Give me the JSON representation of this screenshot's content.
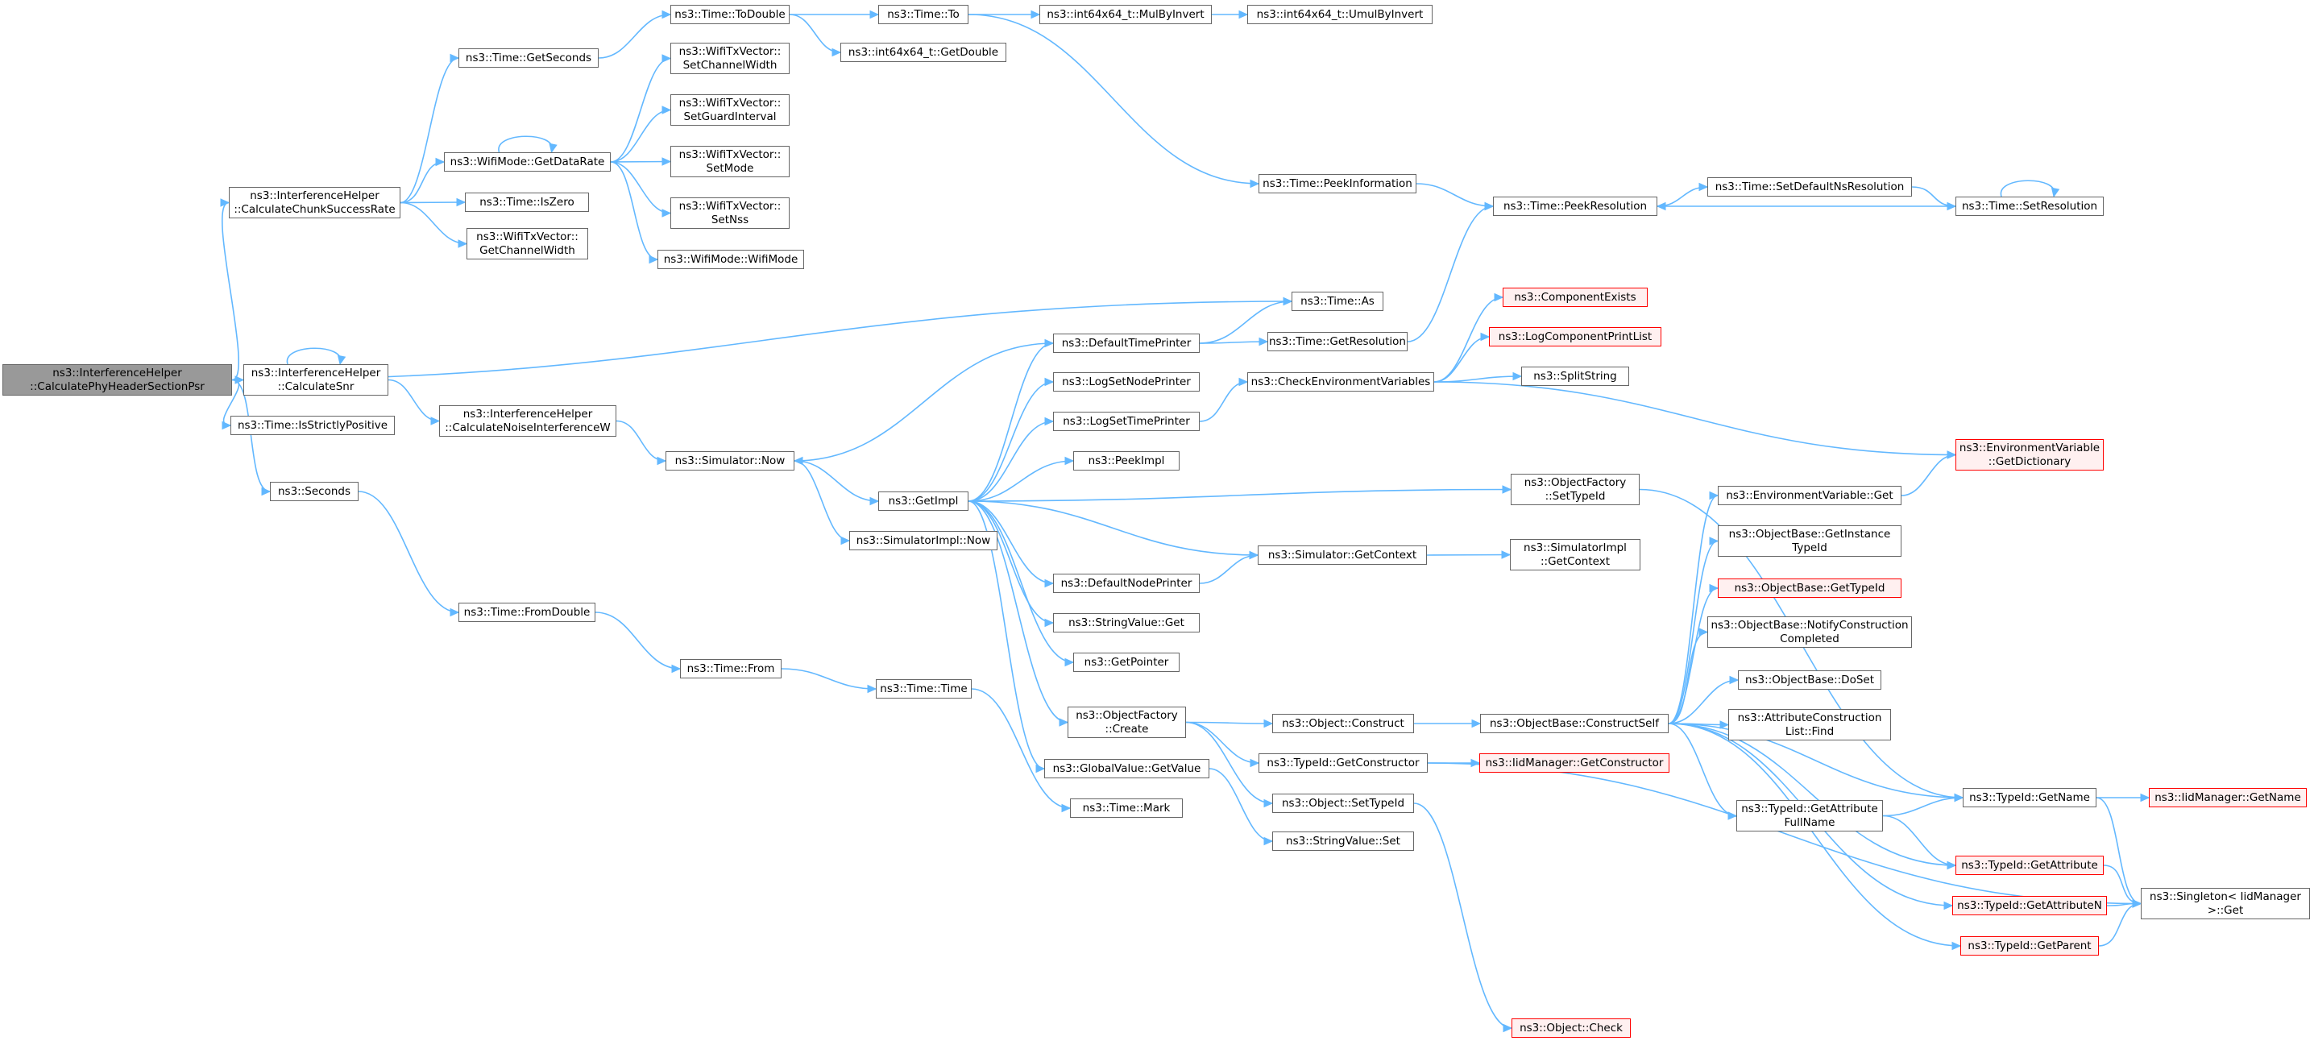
{
  "graph": {
    "title": "",
    "nodes": [
      {
        "id": "root",
        "lines": [
          "ns3::InterferenceHelper",
          "::CalculatePhyHeaderSectionPsr"
        ],
        "style": "root"
      },
      {
        "id": "chunk",
        "lines": [
          "ns3::InterferenceHelper",
          "::CalculateChunkSuccessRate"
        ],
        "style": "normal"
      },
      {
        "id": "snr",
        "lines": [
          "ns3::InterferenceHelper",
          "::CalculateSnr"
        ],
        "style": "normal"
      },
      {
        "id": "isstrictpos",
        "lines": [
          "ns3::Time::IsStrictlyPositive"
        ],
        "style": "normal"
      },
      {
        "id": "seconds",
        "lines": [
          "ns3::Seconds"
        ],
        "style": "normal"
      },
      {
        "id": "getseconds",
        "lines": [
          "ns3::Time::GetSeconds"
        ],
        "style": "normal"
      },
      {
        "id": "getdatarate",
        "lines": [
          "ns3::WifiMode::GetDataRate"
        ],
        "style": "normal"
      },
      {
        "id": "iszero",
        "lines": [
          "ns3::Time::IsZero"
        ],
        "style": "normal"
      },
      {
        "id": "txgetcw",
        "lines": [
          "ns3::WifiTxVector::",
          "GetChannelWidth"
        ],
        "style": "normal"
      },
      {
        "id": "noiseint",
        "lines": [
          "ns3::InterferenceHelper",
          "::CalculateNoiseInterferenceW"
        ],
        "style": "normal"
      },
      {
        "id": "fromdouble",
        "lines": [
          "ns3::Time::FromDouble"
        ],
        "style": "normal"
      },
      {
        "id": "todouble",
        "lines": [
          "ns3::Time::ToDouble"
        ],
        "style": "normal"
      },
      {
        "id": "setcw",
        "lines": [
          "ns3::WifiTxVector::",
          "SetChannelWidth"
        ],
        "style": "normal"
      },
      {
        "id": "setgi",
        "lines": [
          "ns3::WifiTxVector::",
          "SetGuardInterval"
        ],
        "style": "normal"
      },
      {
        "id": "setmode",
        "lines": [
          "ns3::WifiTxVector::",
          "SetMode"
        ],
        "style": "normal"
      },
      {
        "id": "setnss",
        "lines": [
          "ns3::WifiTxVector::",
          "SetNss"
        ],
        "style": "normal"
      },
      {
        "id": "wifimode",
        "lines": [
          "ns3::WifiMode::WifiMode"
        ],
        "style": "normal"
      },
      {
        "id": "simnow",
        "lines": [
          "ns3::Simulator::Now"
        ],
        "style": "normal"
      },
      {
        "id": "timefrom",
        "lines": [
          "ns3::Time::From"
        ],
        "style": "normal"
      },
      {
        "id": "timeto",
        "lines": [
          "ns3::Time::To"
        ],
        "style": "normal"
      },
      {
        "id": "getdouble",
        "lines": [
          "ns3::int64x64_t::GetDouble"
        ],
        "style": "normal"
      },
      {
        "id": "getimpl",
        "lines": [
          "ns3::GetImpl"
        ],
        "style": "normal"
      },
      {
        "id": "simimplnow",
        "lines": [
          "ns3::SimulatorImpl::Now"
        ],
        "style": "normal"
      },
      {
        "id": "timetime",
        "lines": [
          "ns3::Time::Time"
        ],
        "style": "normal"
      },
      {
        "id": "mulbyinvert",
        "lines": [
          "ns3::int64x64_t::MulByInvert"
        ],
        "style": "normal"
      },
      {
        "id": "defaulttp",
        "lines": [
          "ns3::DefaultTimePrinter"
        ],
        "style": "normal"
      },
      {
        "id": "logsetnode",
        "lines": [
          "ns3::LogSetNodePrinter"
        ],
        "style": "normal"
      },
      {
        "id": "logsettime",
        "lines": [
          "ns3::LogSetTimePrinter"
        ],
        "style": "normal"
      },
      {
        "id": "peekimpl",
        "lines": [
          "ns3::PeekImpl"
        ],
        "style": "normal"
      },
      {
        "id": "defaultnp",
        "lines": [
          "ns3::DefaultNodePrinter"
        ],
        "style": "normal"
      },
      {
        "id": "stringget",
        "lines": [
          "ns3::StringValue::Get"
        ],
        "style": "normal"
      },
      {
        "id": "getpointer",
        "lines": [
          "ns3::GetPointer"
        ],
        "style": "normal"
      },
      {
        "id": "ofcreate",
        "lines": [
          "ns3::ObjectFactory",
          "::Create"
        ],
        "style": "normal"
      },
      {
        "id": "globalget",
        "lines": [
          "ns3::GlobalValue::GetValue"
        ],
        "style": "normal"
      },
      {
        "id": "timemark",
        "lines": [
          "ns3::Time::Mark"
        ],
        "style": "normal"
      },
      {
        "id": "umulbyinvert",
        "lines": [
          "ns3::int64x64_t::UmulByInvert"
        ],
        "style": "normal"
      },
      {
        "id": "peekinfo",
        "lines": [
          "ns3::Time::PeekInformation"
        ],
        "style": "normal"
      },
      {
        "id": "timeas",
        "lines": [
          "ns3::Time::As"
        ],
        "style": "normal"
      },
      {
        "id": "getres",
        "lines": [
          "ns3::Time::GetResolution"
        ],
        "style": "normal"
      },
      {
        "id": "checkenv",
        "lines": [
          "ns3::CheckEnvironmentVariables"
        ],
        "style": "normal"
      },
      {
        "id": "simgetctx",
        "lines": [
          "ns3::Simulator::GetContext"
        ],
        "style": "normal"
      },
      {
        "id": "objconstruct",
        "lines": [
          "ns3::Object::Construct"
        ],
        "style": "normal"
      },
      {
        "id": "getconstructor",
        "lines": [
          "ns3::TypeId::GetConstructor"
        ],
        "style": "normal"
      },
      {
        "id": "objsettypeid",
        "lines": [
          "ns3::Object::SetTypeId"
        ],
        "style": "normal"
      },
      {
        "id": "stringset",
        "lines": [
          "ns3::StringValue::Set"
        ],
        "style": "normal"
      },
      {
        "id": "peekres",
        "lines": [
          "ns3::Time::PeekResolution"
        ],
        "style": "normal"
      },
      {
        "id": "compexists",
        "lines": [
          "ns3::ComponentExists"
        ],
        "style": "red"
      },
      {
        "id": "logcomplist",
        "lines": [
          "ns3::LogComponentPrintList"
        ],
        "style": "red"
      },
      {
        "id": "splitstring",
        "lines": [
          "ns3::SplitString"
        ],
        "style": "normal"
      },
      {
        "id": "ofsettypeid",
        "lines": [
          "ns3::ObjectFactory",
          "::SetTypeId"
        ],
        "style": "normal"
      },
      {
        "id": "simimplgetctx",
        "lines": [
          "ns3::SimulatorImpl",
          "::GetContext"
        ],
        "style": "normal"
      },
      {
        "id": "constructself",
        "lines": [
          "ns3::ObjectBase::ConstructSelf"
        ],
        "style": "normal"
      },
      {
        "id": "iidgetctor",
        "lines": [
          "ns3::IidManager::GetConstructor"
        ],
        "style": "red"
      },
      {
        "id": "objcheck",
        "lines": [
          "ns3::Object::Check"
        ],
        "style": "red"
      },
      {
        "id": "setdefaultns",
        "lines": [
          "ns3::Time::SetDefaultNsResolution"
        ],
        "style": "normal"
      },
      {
        "id": "envget",
        "lines": [
          "ns3::EnvironmentVariable::Get"
        ],
        "style": "normal"
      },
      {
        "id": "getinstancetid",
        "lines": [
          "ns3::ObjectBase::GetInstance",
          "TypeId"
        ],
        "style": "normal"
      },
      {
        "id": "obgettypeid",
        "lines": [
          "ns3::ObjectBase::GetTypeId"
        ],
        "style": "red"
      },
      {
        "id": "notifyconst",
        "lines": [
          "ns3::ObjectBase::NotifyConstruction",
          "Completed"
        ],
        "style": "normal"
      },
      {
        "id": "doset",
        "lines": [
          "ns3::ObjectBase::DoSet"
        ],
        "style": "normal"
      },
      {
        "id": "acfind",
        "lines": [
          "ns3::AttributeConstruction",
          "List::Find"
        ],
        "style": "normal"
      },
      {
        "id": "getattrfull",
        "lines": [
          "ns3::TypeId::GetAttribute",
          "FullName"
        ],
        "style": "normal"
      },
      {
        "id": "setresolution",
        "lines": [
          "ns3::Time::SetResolution"
        ],
        "style": "normal"
      },
      {
        "id": "envgetdict",
        "lines": [
          "ns3::EnvironmentVariable",
          "::GetDictionary"
        ],
        "style": "red"
      },
      {
        "id": "tidgetname",
        "lines": [
          "ns3::TypeId::GetName"
        ],
        "style": "normal"
      },
      {
        "id": "tidgetattr",
        "lines": [
          "ns3::TypeId::GetAttribute"
        ],
        "style": "red"
      },
      {
        "id": "tidgetattrn",
        "lines": [
          "ns3::TypeId::GetAttributeN"
        ],
        "style": "red"
      },
      {
        "id": "tidgetparent",
        "lines": [
          "ns3::TypeId::GetParent"
        ],
        "style": "red"
      },
      {
        "id": "iidgetname",
        "lines": [
          "ns3::IidManager::GetName"
        ],
        "style": "red"
      },
      {
        "id": "singleton",
        "lines": [
          "ns3::Singleton< IidManager",
          ">::Get"
        ],
        "style": "normal"
      }
    ],
    "edges": [
      [
        "root",
        "chunk"
      ],
      [
        "root",
        "timeas"
      ],
      [
        "root",
        "snr"
      ],
      [
        "root",
        "isstrictpos"
      ],
      [
        "root",
        "seconds"
      ],
      [
        "chunk",
        "getseconds"
      ],
      [
        "chunk",
        "getdatarate"
      ],
      [
        "chunk",
        "iszero"
      ],
      [
        "chunk",
        "txgetcw"
      ],
      [
        "getseconds",
        "todouble"
      ],
      [
        "todouble",
        "timeto"
      ],
      [
        "todouble",
        "getdouble"
      ],
      [
        "timeto",
        "mulbyinvert"
      ],
      [
        "timeto",
        "peekinfo"
      ],
      [
        "mulbyinvert",
        "umulbyinvert"
      ],
      [
        "getdatarate",
        "getdatarate"
      ],
      [
        "getdatarate",
        "setcw"
      ],
      [
        "getdatarate",
        "setgi"
      ],
      [
        "getdatarate",
        "setmode"
      ],
      [
        "getdatarate",
        "setnss"
      ],
      [
        "getdatarate",
        "wifimode"
      ],
      [
        "snr",
        "snr"
      ],
      [
        "snr",
        "noiseint"
      ],
      [
        "noiseint",
        "simnow"
      ],
      [
        "simnow",
        "getimpl"
      ],
      [
        "simnow",
        "simimplnow"
      ],
      [
        "getimpl",
        "defaulttp"
      ],
      [
        "getimpl",
        "logsetnode"
      ],
      [
        "getimpl",
        "logsettime"
      ],
      [
        "getimpl",
        "peekimpl"
      ],
      [
        "getimpl",
        "ofsettypeid"
      ],
      [
        "getimpl",
        "simgetctx"
      ],
      [
        "getimpl",
        "defaultnp"
      ],
      [
        "getimpl",
        "stringget"
      ],
      [
        "getimpl",
        "getpointer"
      ],
      [
        "getimpl",
        "ofcreate"
      ],
      [
        "getimpl",
        "globalget"
      ],
      [
        "defaulttp",
        "simnow"
      ],
      [
        "defaulttp",
        "timeas"
      ],
      [
        "defaulttp",
        "getres"
      ],
      [
        "getres",
        "peekres"
      ],
      [
        "peekinfo",
        "peekres"
      ],
      [
        "peekres",
        "setdefaultns"
      ],
      [
        "setdefaultns",
        "setresolution"
      ],
      [
        "setresolution",
        "setresolution"
      ],
      [
        "setresolution",
        "peekres"
      ],
      [
        "logsettime",
        "checkenv"
      ],
      [
        "checkenv",
        "compexists"
      ],
      [
        "checkenv",
        "logcomplist"
      ],
      [
        "checkenv",
        "splitstring"
      ],
      [
        "checkenv",
        "envgetdict"
      ],
      [
        "ofsettypeid",
        "tidgetname"
      ],
      [
        "simgetctx",
        "simimplgetctx"
      ],
      [
        "defaultnp",
        "simgetctx"
      ],
      [
        "ofcreate",
        "objconstruct"
      ],
      [
        "ofcreate",
        "getconstructor"
      ],
      [
        "ofcreate",
        "objsettypeid"
      ],
      [
        "globalget",
        "stringset"
      ],
      [
        "objconstruct",
        "constructself"
      ],
      [
        "getconstructor",
        "iidgetctor"
      ],
      [
        "getconstructor",
        "singleton"
      ],
      [
        "objsettypeid",
        "objcheck"
      ],
      [
        "constructself",
        "envget"
      ],
      [
        "constructself",
        "getinstancetid"
      ],
      [
        "constructself",
        "obgettypeid"
      ],
      [
        "constructself",
        "notifyconst"
      ],
      [
        "constructself",
        "doset"
      ],
      [
        "constructself",
        "acfind"
      ],
      [
        "constructself",
        "getattrfull"
      ],
      [
        "constructself",
        "tidgetname"
      ],
      [
        "constructself",
        "tidgetattr"
      ],
      [
        "constructself",
        "tidgetattrn"
      ],
      [
        "constructself",
        "tidgetparent"
      ],
      [
        "envget",
        "envgetdict"
      ],
      [
        "getattrfull",
        "tidgetname"
      ],
      [
        "getattrfull",
        "tidgetattr"
      ],
      [
        "tidgetname",
        "iidgetname"
      ],
      [
        "tidgetname",
        "singleton"
      ],
      [
        "tidgetattr",
        "singleton"
      ],
      [
        "tidgetattrn",
        "singleton"
      ],
      [
        "tidgetparent",
        "singleton"
      ],
      [
        "seconds",
        "fromdouble"
      ],
      [
        "fromdouble",
        "timefrom"
      ],
      [
        "timefrom",
        "timetime"
      ],
      [
        "timetime",
        "timemark"
      ]
    ]
  }
}
